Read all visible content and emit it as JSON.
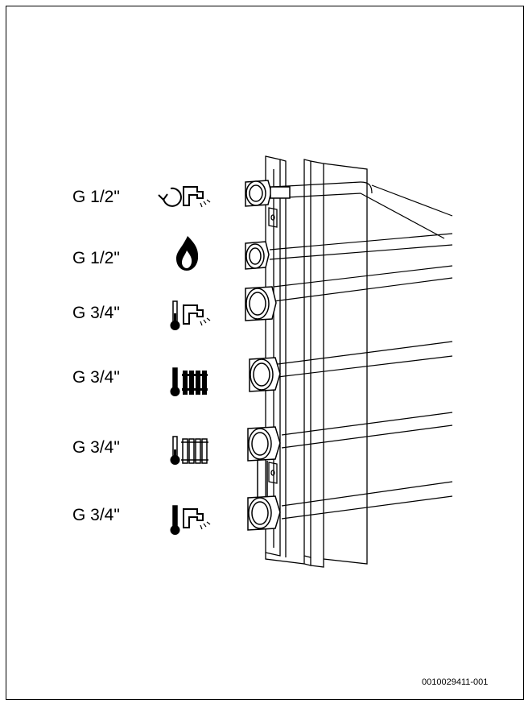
{
  "connections": [
    {
      "size": "G 1/2\"",
      "symbol": "circulation-hot-water-icon"
    },
    {
      "size": "G 1/2\"",
      "symbol": "gas-flame-icon"
    },
    {
      "size": "G 3/4\"",
      "symbol": "hot-water-thermometer-tap-icon"
    },
    {
      "size": "G 3/4\"",
      "symbol": "heating-flow-radiator-icon"
    },
    {
      "size": "G 3/4\"",
      "symbol": "heating-return-radiator-icon"
    },
    {
      "size": "G 3/4\"",
      "symbol": "cold-water-tap-icon"
    }
  ],
  "figure_id": "0010029411-001",
  "colors": {
    "line": "#000000",
    "background": "#ffffff"
  }
}
